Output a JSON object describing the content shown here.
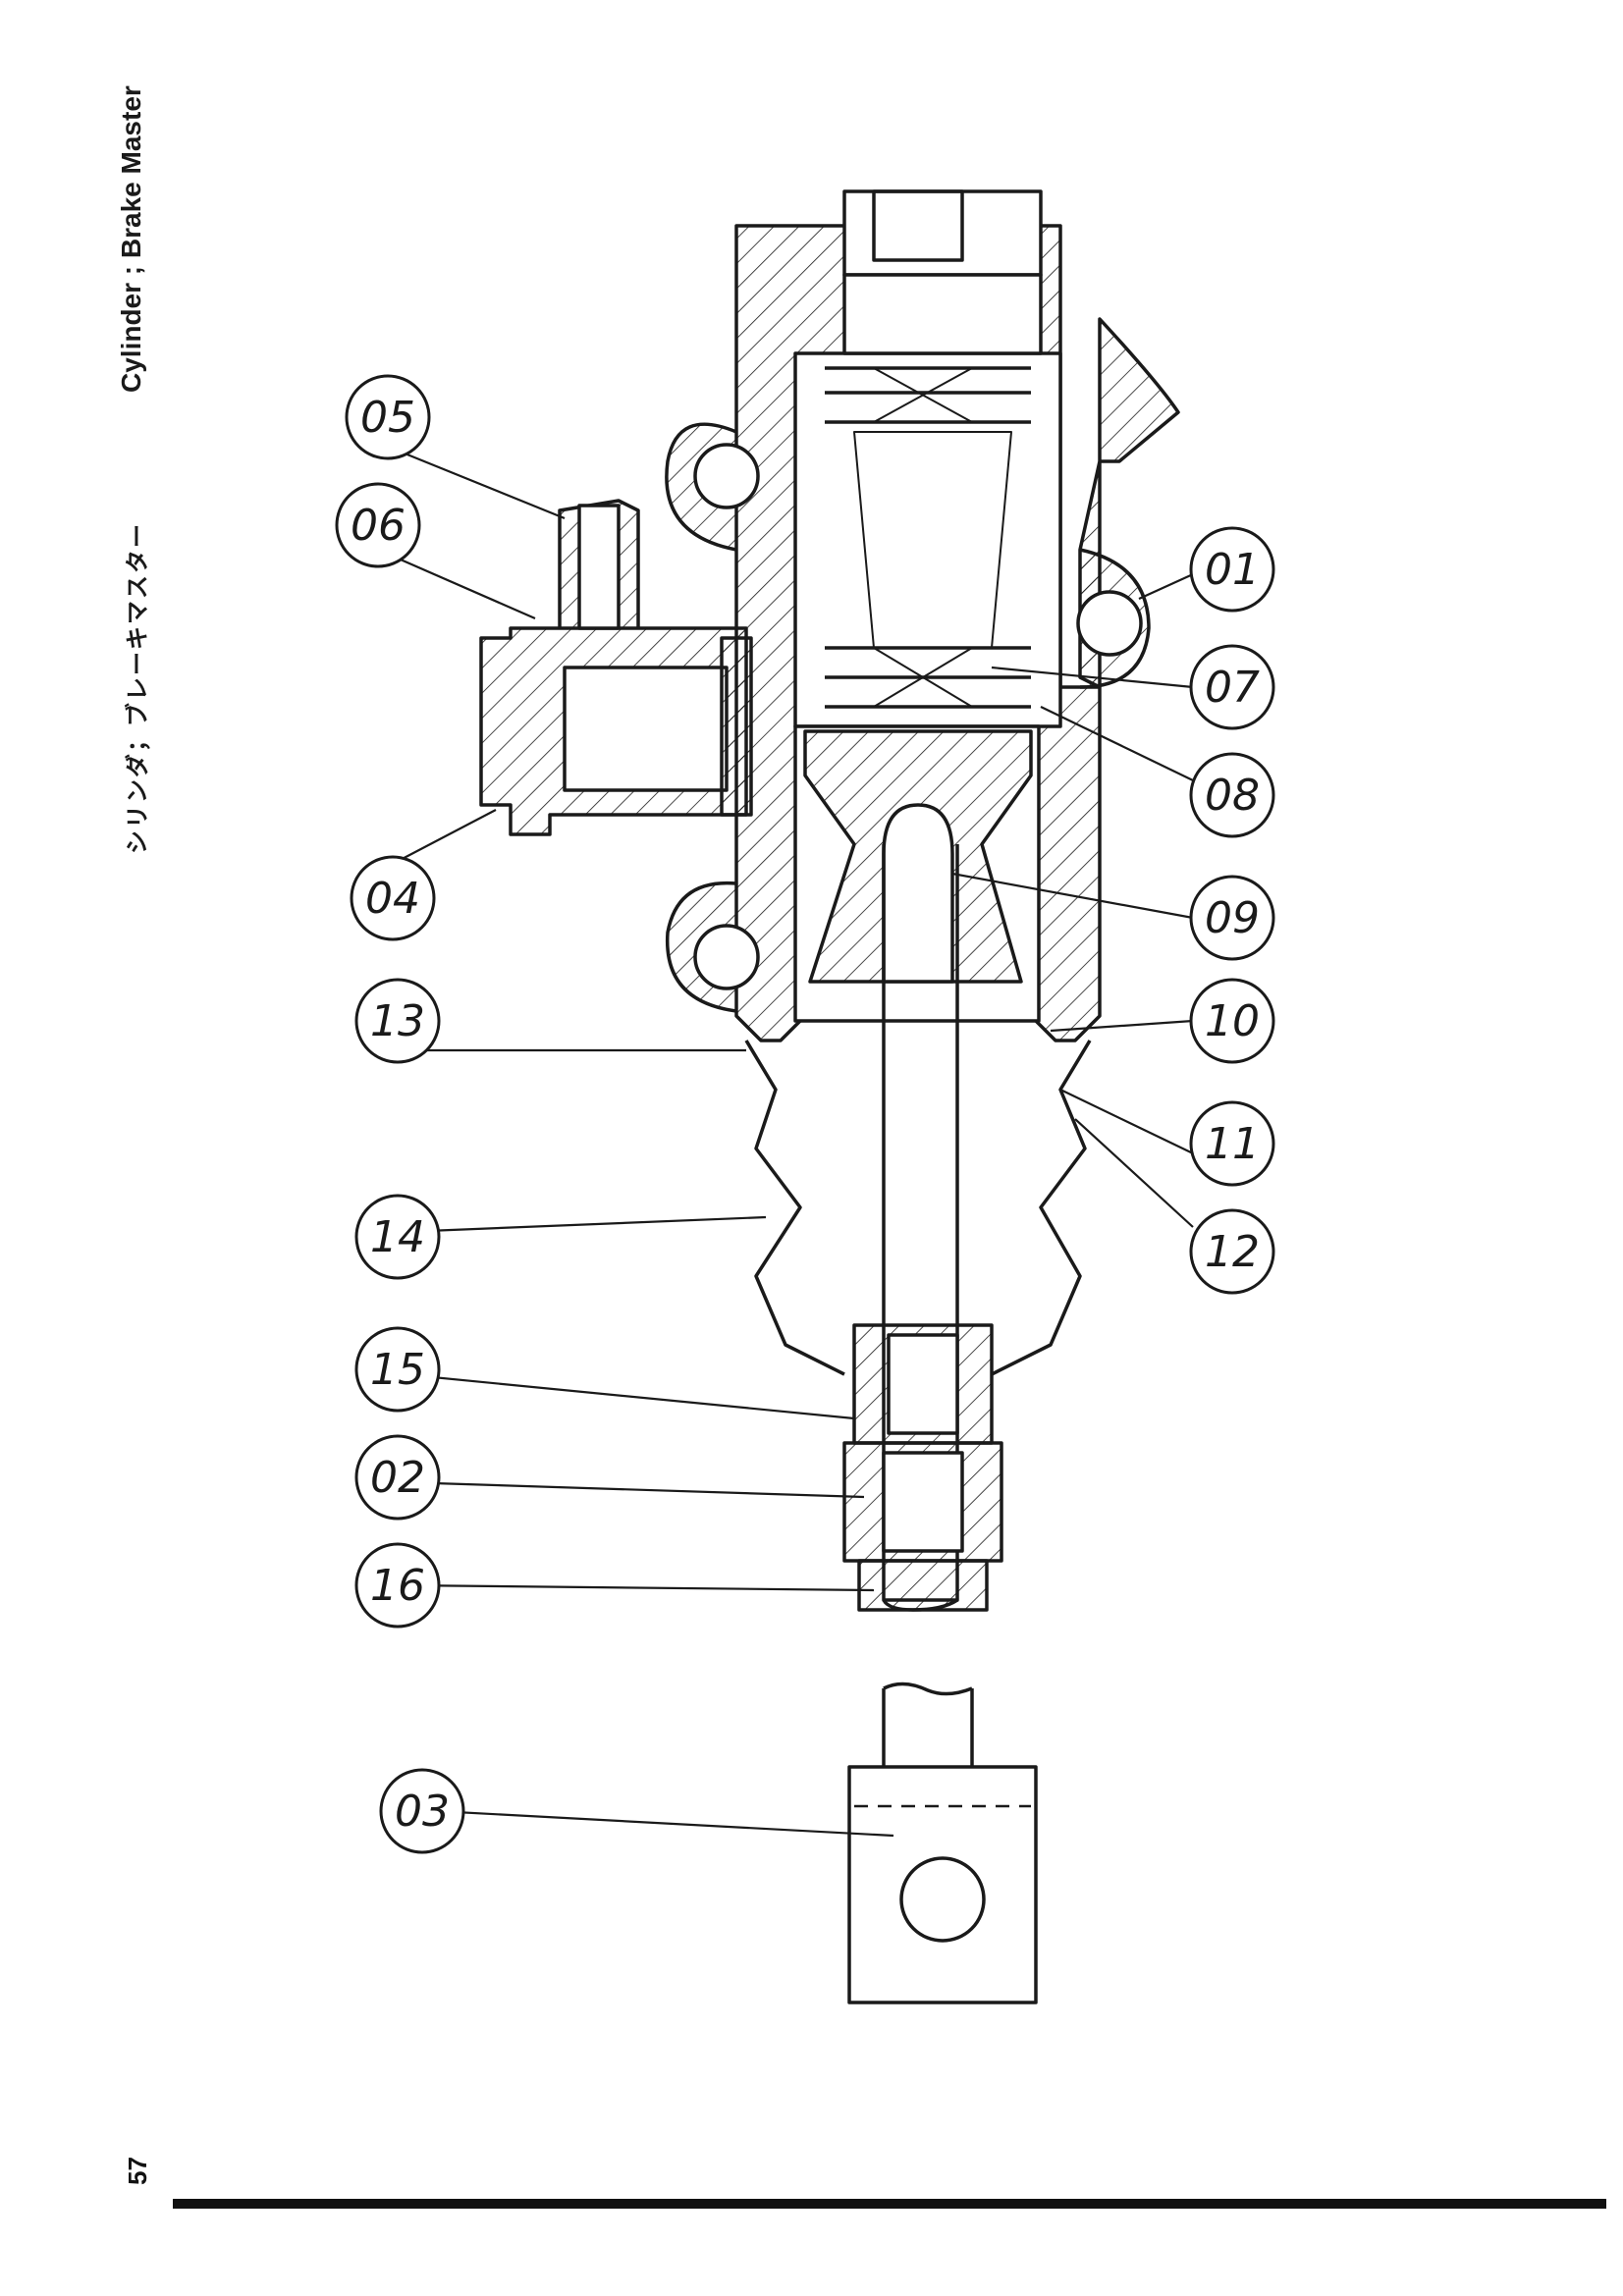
{
  "header": {
    "title_jp": "シリンダ；ブレーキマスター",
    "title_en": "Cylinder ; Brake Master"
  },
  "page_number": "57",
  "callouts": [
    "05",
    "06",
    "04",
    "13",
    "14",
    "15",
    "02",
    "16",
    "03",
    "01",
    "07",
    "08",
    "09",
    "10",
    "11",
    "12"
  ],
  "colors": {
    "ink": "#1a1a1a",
    "paper": "#ffffff"
  }
}
